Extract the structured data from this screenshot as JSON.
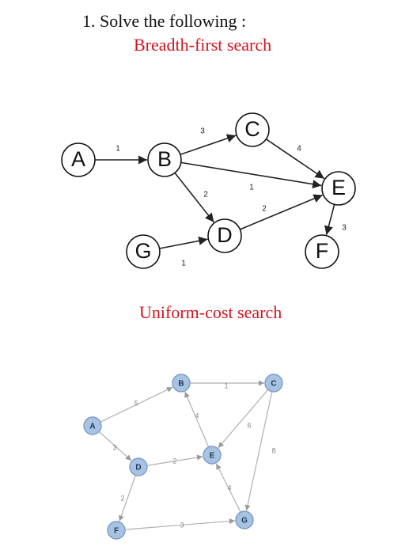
{
  "heading": "1.  Solve the following :",
  "bfs": {
    "title": "Breadth-first search",
    "nodes": {
      "A": "A",
      "B": "B",
      "C": "C",
      "D": "D",
      "E": "E",
      "F": "F",
      "G": "G"
    },
    "edges": [
      {
        "from": "A",
        "to": "B",
        "weight": "1"
      },
      {
        "from": "B",
        "to": "C",
        "weight": "3"
      },
      {
        "from": "C",
        "to": "E",
        "weight": "4"
      },
      {
        "from": "B",
        "to": "E",
        "weight": "1"
      },
      {
        "from": "B",
        "to": "D",
        "weight": "2"
      },
      {
        "from": "D",
        "to": "E",
        "weight": "2"
      },
      {
        "from": "E",
        "to": "F",
        "weight": "3"
      },
      {
        "from": "G",
        "to": "D",
        "weight": "1"
      }
    ]
  },
  "ucs": {
    "title": "Uniform-cost search",
    "nodes": {
      "A": "A",
      "B": "B",
      "C": "C",
      "D": "D",
      "E": "E",
      "F": "F",
      "G": "G"
    },
    "edges": [
      {
        "from": "A",
        "to": "B",
        "weight": "5"
      },
      {
        "from": "B",
        "to": "C",
        "weight": "1"
      },
      {
        "from": "A",
        "to": "D",
        "weight": "3"
      },
      {
        "from": "E",
        "to": "B",
        "weight": "4"
      },
      {
        "from": "C",
        "to": "E",
        "weight": "6"
      },
      {
        "from": "C",
        "to": "G",
        "weight": "8"
      },
      {
        "from": "D",
        "to": "E",
        "weight": "2"
      },
      {
        "from": "G",
        "to": "E",
        "weight": "4"
      },
      {
        "from": "D",
        "to": "F",
        "weight": "2"
      },
      {
        "from": "F",
        "to": "G",
        "weight": "3"
      }
    ]
  }
}
